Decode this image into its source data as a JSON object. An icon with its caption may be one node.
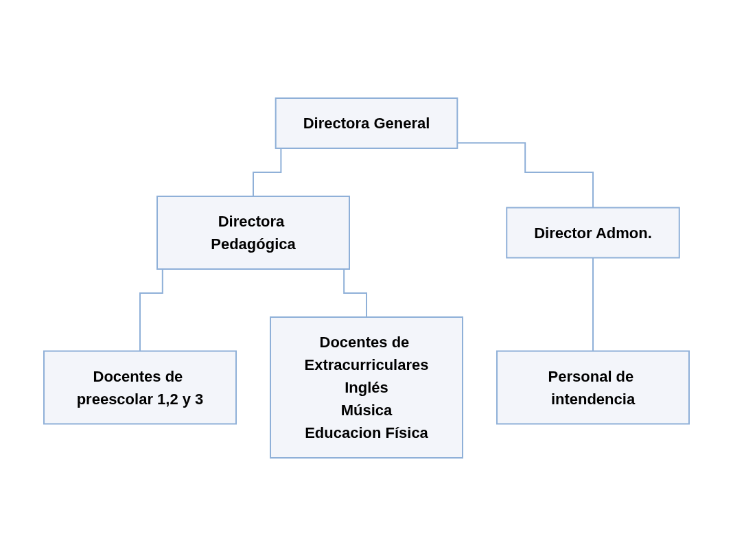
{
  "diagram": {
    "nodes": [
      {
        "text": [
          "Directora General"
        ]
      },
      {
        "text": [
          "Directora Pedagógica"
        ]
      },
      {
        "text": [
          "Director Admon."
        ]
      },
      {
        "text": [
          "Docentes de preescolar 1,2 y 3"
        ]
      },
      {
        "text": [
          "Docentes de Extracurriculares",
          "Inglés",
          "Música",
          "Educacion Física"
        ]
      },
      {
        "text": [
          "Personal de intendencia"
        ]
      }
    ],
    "edges": [
      {
        "from": 0,
        "to": 1,
        "arrow": "none"
      },
      {
        "from": 0,
        "to": 2,
        "arrow": "none"
      },
      {
        "from": 1,
        "to": 3,
        "arrow": "none"
      },
      {
        "from": 1,
        "to": 4,
        "arrow": "none"
      },
      {
        "from": 2,
        "to": 5,
        "arrow": "none"
      }
    ]
  }
}
